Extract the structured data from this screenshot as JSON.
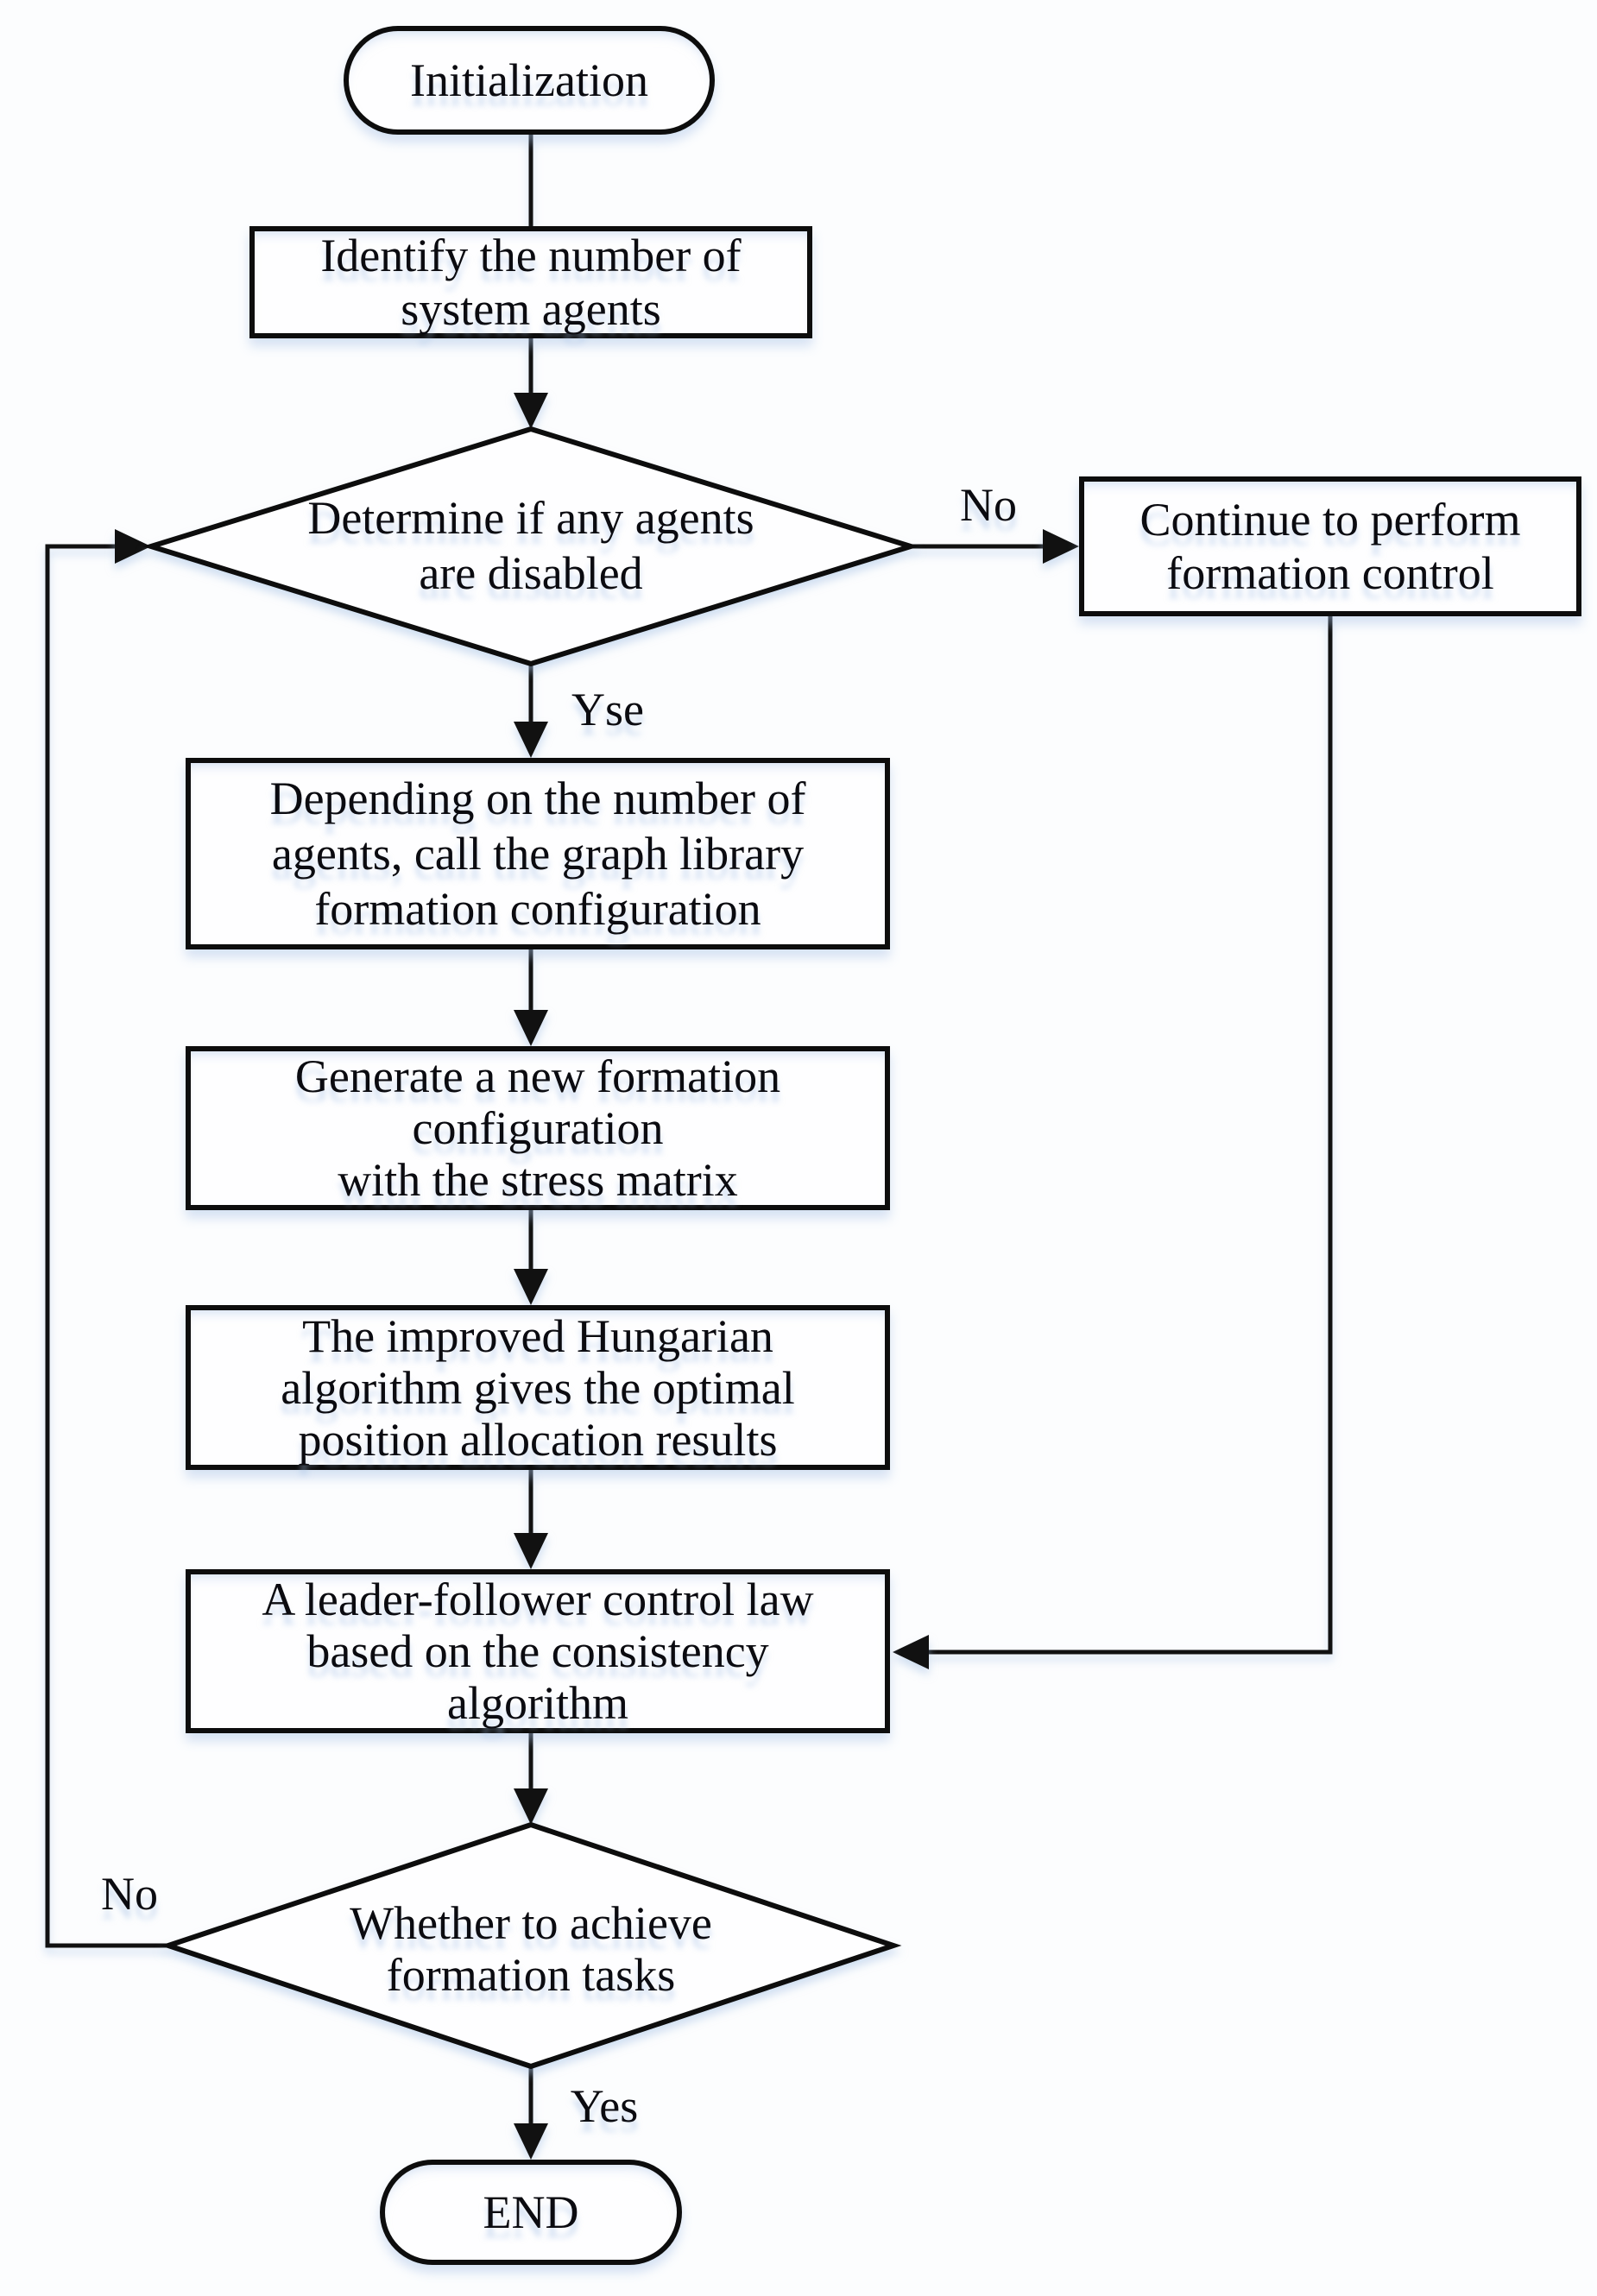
{
  "diagram": {
    "title": "formation control flowchart",
    "colors": {
      "background": "#fcfdfe",
      "node_fill": "#fefeff",
      "stroke": "#0d0d0d",
      "shadow_tint": "#a6c1e6"
    },
    "nodes": {
      "start": {
        "type": "terminator",
        "label": "Initialization"
      },
      "identify": {
        "type": "process",
        "lines": [
          "Identify the number of",
          "system agents"
        ]
      },
      "decide_disabled": {
        "type": "decision",
        "lines": [
          "Determine if any agents",
          "are disabled"
        ]
      },
      "continue_control": {
        "type": "process",
        "lines": [
          "Continue to perform",
          "formation control"
        ]
      },
      "depending": {
        "type": "process",
        "lines": [
          "Depending on the number of",
          "agents, call the graph library",
          "formation configuration"
        ]
      },
      "generate": {
        "type": "process",
        "lines": [
          "Generate a new formation",
          "configuration",
          "with the stress matrix"
        ]
      },
      "hungarian": {
        "type": "process",
        "lines": [
          "The improved Hungarian",
          "algorithm gives the optimal",
          "position allocation results"
        ]
      },
      "leader_follower": {
        "type": "process",
        "lines": [
          "A leader-follower control law",
          "based on the consistency",
          "algorithm"
        ]
      },
      "decide_formation": {
        "type": "decision",
        "lines": [
          "Whether to achieve",
          "formation tasks"
        ]
      },
      "end": {
        "type": "terminator",
        "label": "END"
      }
    },
    "edge_labels": {
      "no_right": "No",
      "yse": "Yse",
      "no_left": "No",
      "yes": "Yes"
    }
  }
}
